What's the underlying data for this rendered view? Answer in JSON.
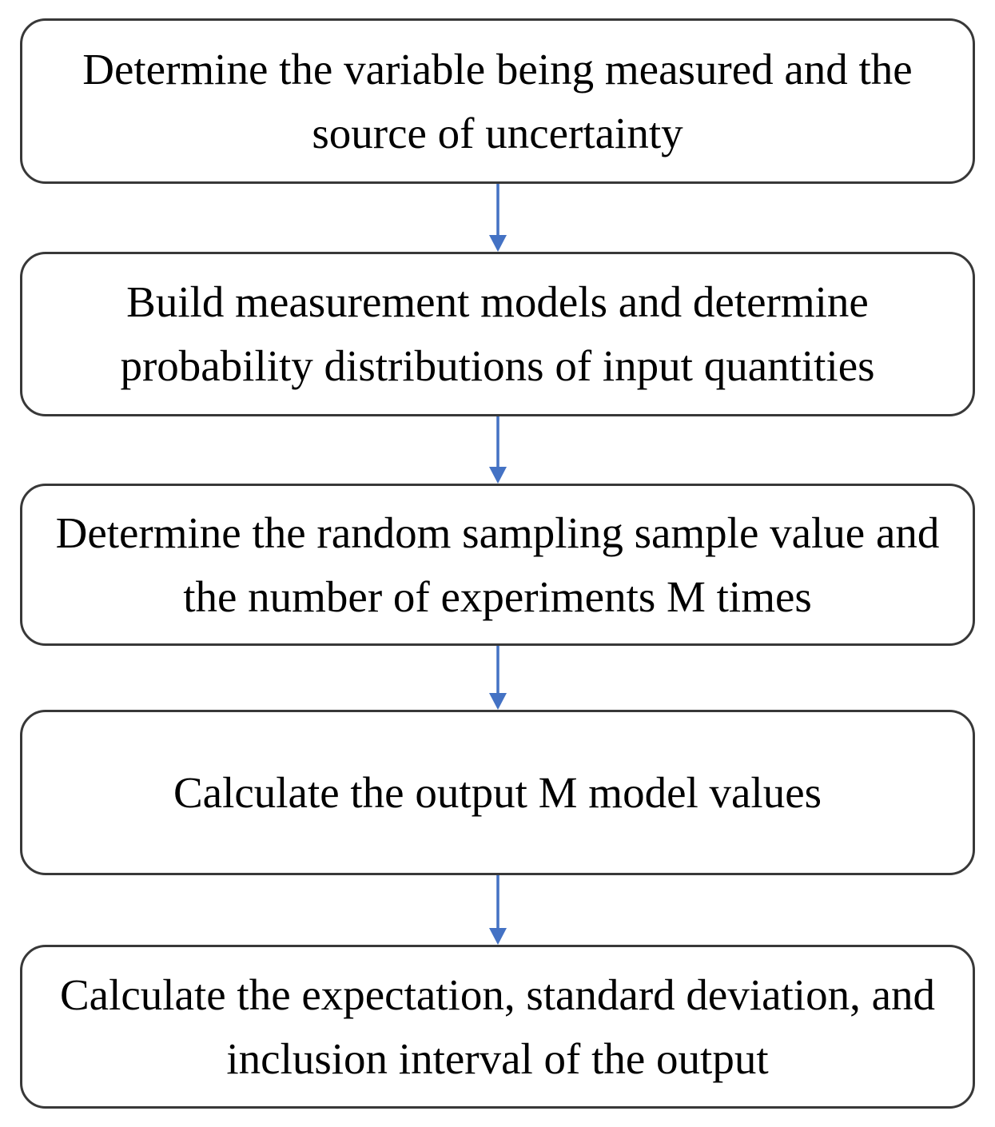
{
  "diagram": {
    "type": "flowchart",
    "direction": "top-down",
    "steps": [
      {
        "id": 1,
        "text": "Determine the variable being measured and the source of uncertainty"
      },
      {
        "id": 2,
        "text": "Build measurement models and determine probability distributions of input quantities"
      },
      {
        "id": 3,
        "text": "Determine the random sampling sample value and the number of experiments M times"
      },
      {
        "id": 4,
        "text": "Calculate the output M model values"
      },
      {
        "id": 5,
        "text": "Calculate the expectation, standard deviation, and inclusion interval of the output"
      }
    ],
    "connectors": [
      {
        "from": 1,
        "to": 2,
        "style": "arrow-down"
      },
      {
        "from": 2,
        "to": 3,
        "style": "arrow-down"
      },
      {
        "from": 3,
        "to": 4,
        "style": "arrow-down"
      },
      {
        "from": 4,
        "to": 5,
        "style": "arrow-down"
      }
    ],
    "colors": {
      "arrow": "#4472C4",
      "box_border": "#383838",
      "box_fill": "#ffffff",
      "text": "#000000",
      "background": "#ffffff"
    }
  }
}
